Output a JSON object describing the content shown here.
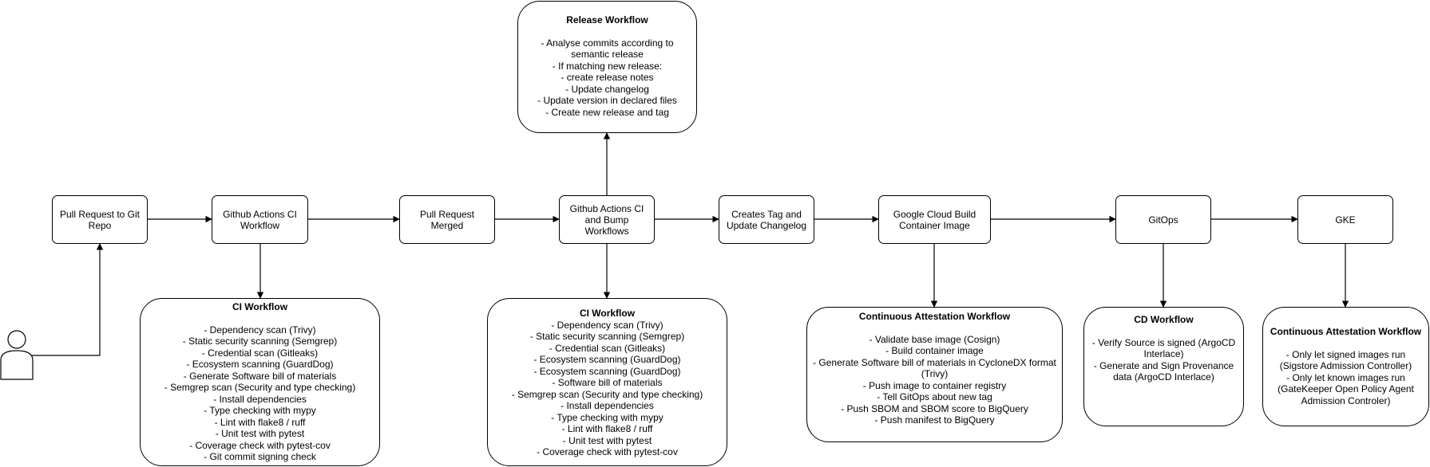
{
  "nodes": {
    "pull_request": "Pull Request to Git Repo",
    "ci_workflow_step": "Github Actions CI Workflow",
    "pr_merged": "Pull Request Merged",
    "ci_bump_step": "Github Actions CI and Bump Workflows",
    "tag_changelog": "Creates Tag and Update Changelog",
    "cloud_build": "Google Cloud Build Container Image",
    "gitops": "GitOps",
    "gke": "GKE"
  },
  "release_workflow": {
    "title": "Release Workflow",
    "items": [
      "- Analyse commits according to semantic release",
      "- If matching new release:",
      "- create release notes",
      "- Update changelog",
      "- Update version in declared files",
      "- Create new release and tag"
    ]
  },
  "ci_workflow_1": {
    "title": "CI Workflow",
    "items": [
      "- Dependency scan (Trivy)",
      "- Static security scanning (Semgrep)",
      "- Credential scan (Gitleaks)",
      "- Ecosystem scanning (GuardDog)",
      "- Generate Software bill of materials",
      "- Semgrep scan (Security and type checking)",
      "- Install dependencies",
      "- Type checking with mypy",
      "- Lint with flake8 / ruff",
      "- Unit test with pytest",
      "- Coverage check with pytest-cov",
      "- Git commit signing check"
    ]
  },
  "ci_workflow_2": {
    "title": "CI Workflow",
    "items": [
      "- Dependency scan (Trivy)",
      "- Static security scanning (Semgrep)",
      "- Credential scan (Gitleaks)",
      "- Ecosystem scanning (GuardDog)",
      "- Ecosystem scanning (GuardDog)",
      "- Software bill of materials",
      "- Semgrep scan (Security and type checking)",
      "- Install dependencies",
      "- Type checking with mypy",
      "- Lint with flake8 / ruff",
      "- Unit test with pytest",
      "- Coverage check with pytest-cov"
    ]
  },
  "attestation_workflow_1": {
    "title": "Continuous Attestation Workflow",
    "items": [
      "- Validate base image (Cosign)",
      "- Build container image",
      "- Generate Software bill of materials in CycloneDX format (Trivy)",
      "- Push image to container registry",
      "- Tell GitOps about new tag",
      "- Push SBOM and SBOM score to BigQuery",
      "- Push manifest to BigQuery"
    ]
  },
  "cd_workflow": {
    "title": "CD Workflow",
    "items": [
      "- Verify Source is signed (ArgoCD Interlace)",
      "- Generate and Sign Provenance data (ArgoCD Interlace)"
    ]
  },
  "attestation_workflow_2": {
    "title": "Continuous Attestation Workflow",
    "items": [
      "- Only let signed images run (Sigstore Admission Controller)",
      "- Only let known images run (GateKeeper Open Policy Agent Admission Controler)"
    ]
  },
  "icons": {
    "user": "user-icon"
  },
  "colors": {
    "stroke": "#000000",
    "fill": "#ffffff"
  }
}
